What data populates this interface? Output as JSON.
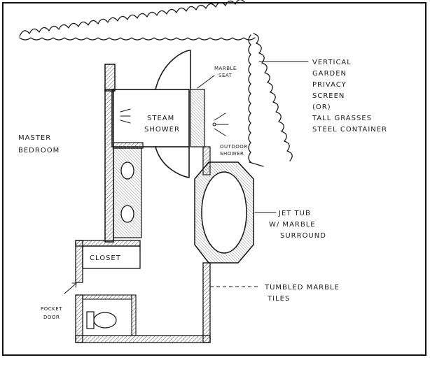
{
  "labels": {
    "master_bedroom": [
      "MASTER",
      "BEDROOM"
    ],
    "marble_seat": [
      "MARBLE",
      "SEAT"
    ],
    "steam_shower": [
      "STEAM",
      "SHOWER"
    ],
    "outdoor_shower": [
      "OUTDOOR",
      "SHOWER"
    ],
    "screen_note": [
      "VERTICAL",
      "GARDEN",
      "PRIVACY",
      "SCREEN",
      "(OR)",
      "TALL GRASSES",
      "STEEL CONTAINER"
    ],
    "jet_tub": [
      "JET TUB",
      "W/ MARBLE",
      "SURROUND"
    ],
    "closet": "CLOSET",
    "tiles": [
      "TUMBLED MARBLE",
      "TILES"
    ],
    "pocket_door": [
      "POCKET",
      "DOOR"
    ]
  },
  "colors": {
    "ink": "#1a1a1a",
    "paper": "#ffffff",
    "hatch": "#555555"
  }
}
